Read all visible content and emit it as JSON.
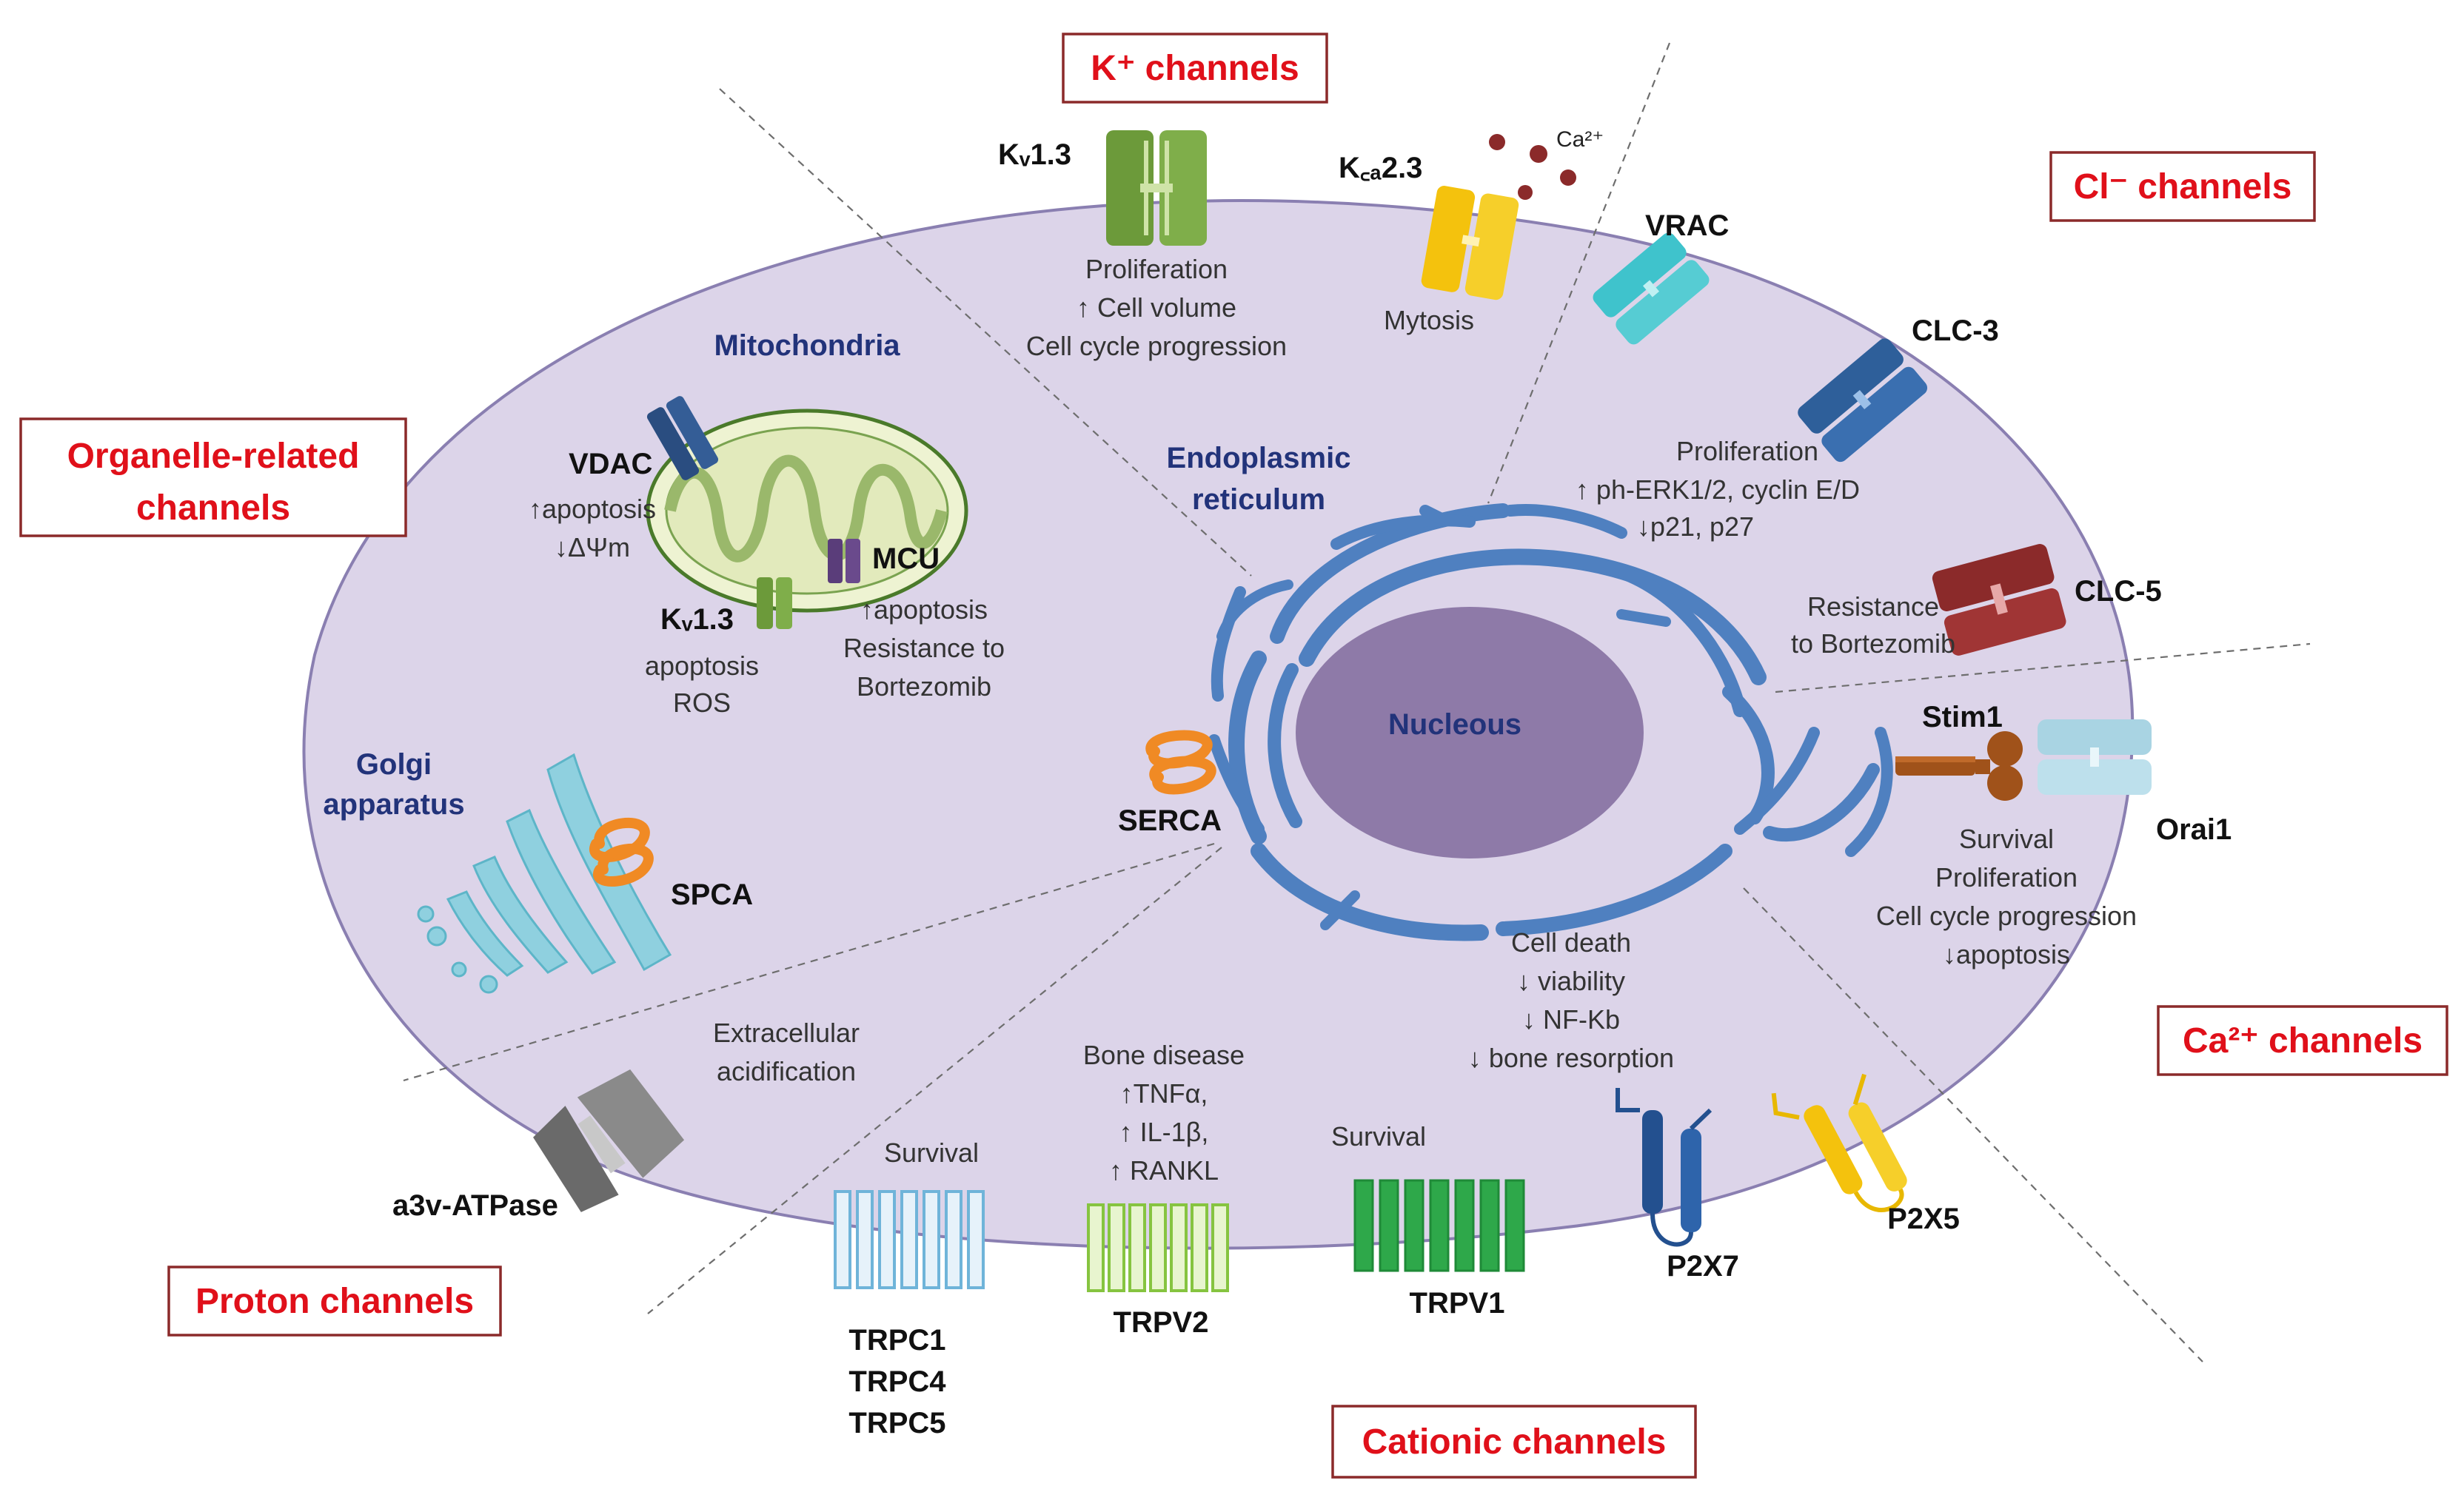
{
  "categories": {
    "k": "K⁺ channels",
    "cl": "Cl⁻ channels",
    "organelle_1": "Organelle-related",
    "organelle_2": "channels",
    "ca": "Ca²⁺ channels",
    "proton": "Proton channels",
    "cationic": "Cationic channels"
  },
  "organelles": {
    "mitochondria": "Mitochondria",
    "er_1": "Endoplasmic",
    "er_2": "reticulum",
    "golgi_1": "Golgi",
    "golgi_2": "apparatus",
    "nucleus": "Nucleous"
  },
  "channels": {
    "kv13": "Kᵥ1.3",
    "kca23": "K꜀ₐ2.3",
    "vrac": "VRAC",
    "clc3": "CLC-3",
    "clc5": "CLC-5",
    "vdac": "VDAC",
    "mcu": "MCU",
    "kv13_mito": "Kᵥ1.3",
    "spca": "SPCA",
    "serca": "SERCA",
    "stim1": "Stim1",
    "orai1": "Orai1",
    "a3v": "a3v-ATPase",
    "trpc1": "TRPC1",
    "trpc4": "TRPC4",
    "trpc5": "TRPC5",
    "trpv2": "TRPV2",
    "trpv1": "TRPV1",
    "p2x7": "P2X7",
    "p2x5": "P2X5",
    "ca_ion": "Ca²⁺"
  },
  "effects": {
    "kv13": [
      "Proliferation",
      "↑ Cell volume",
      "Cell cycle progression"
    ],
    "kca23": [
      "Mytosis"
    ],
    "cl": [
      "Proliferation",
      "↑ ph-ERK1/2, cyclin  E/D",
      "↓p21, p27"
    ],
    "clc5": [
      "Resistance",
      "to Bortezomib"
    ],
    "vdac": [
      "↑apoptosis",
      "↓ΔΨm"
    ],
    "mcu": [
      "↑apoptosis",
      "Resistance to",
      "Bortezomib"
    ],
    "kv13_mito": [
      "apoptosis",
      "ROS"
    ],
    "stim1_orai1": [
      "Survival",
      "Proliferation",
      "Cell cycle progression",
      "↓apoptosis"
    ],
    "a3v": [
      "Extracellular",
      "acidification"
    ],
    "trpc": [
      "Survival"
    ],
    "trpv2": [
      "Bone disease",
      "↑TNFα,",
      "↑ IL-1β,",
      "↑ RANKL"
    ],
    "trpv1": [
      "Survival"
    ],
    "p2x7": [
      "Cell death",
      "↓ viability",
      "↓ NF-Kb",
      "↓ bone resorption"
    ]
  },
  "colors": {
    "cell_fill": "#dcd4e9",
    "cell_stroke": "#8a7fb1",
    "nucleus": "#8e7aa8",
    "er": "#4f80c0",
    "category_text": "#e0101a",
    "organelle_text": "#22337a"
  }
}
